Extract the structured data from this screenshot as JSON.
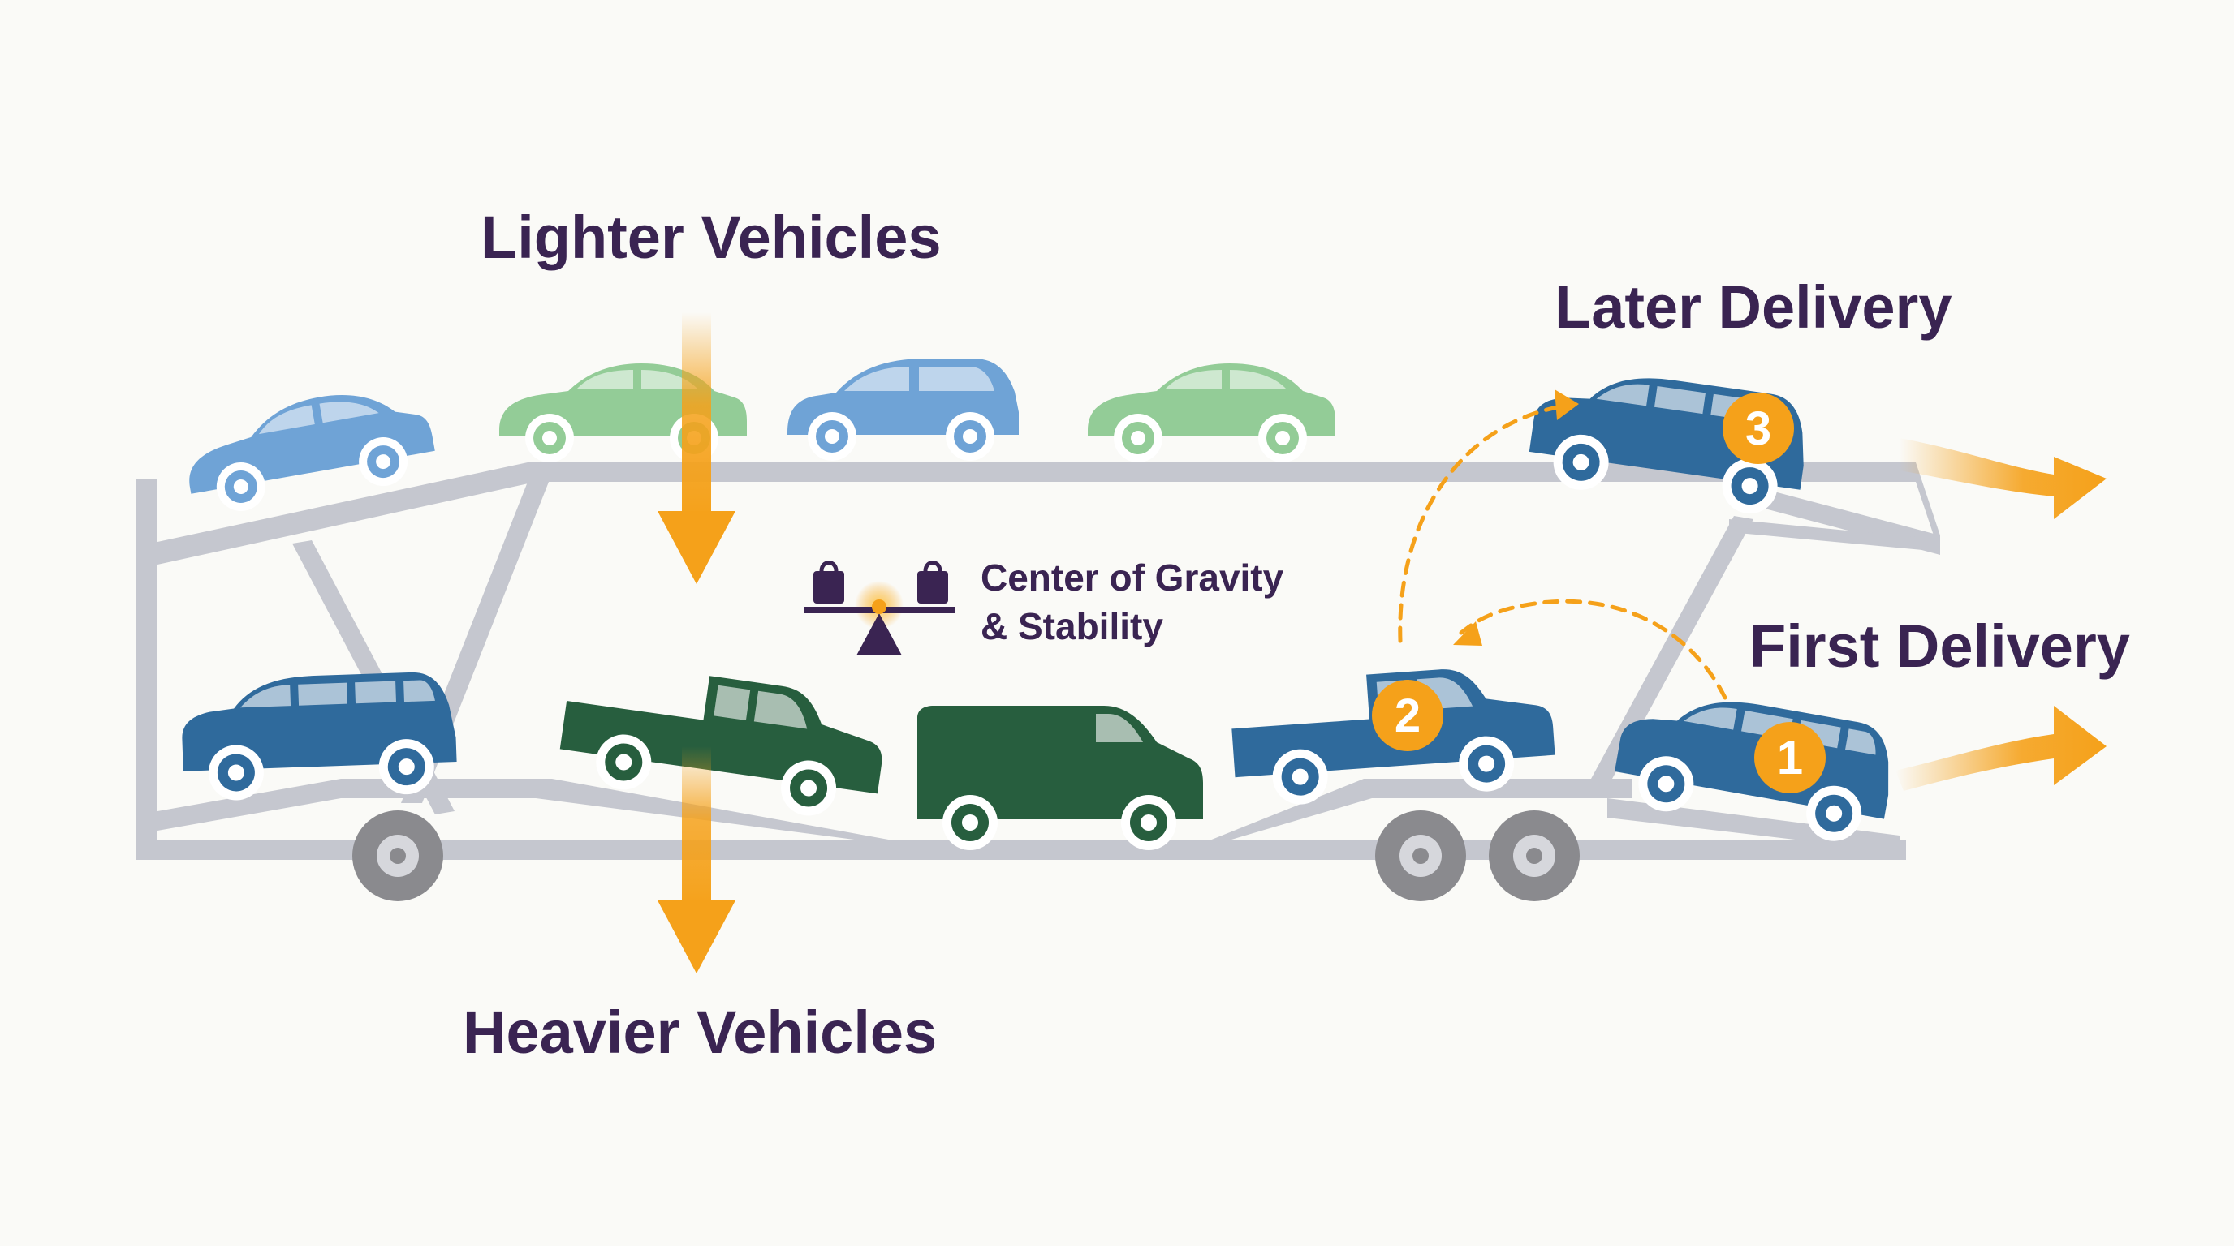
{
  "labels": {
    "lighter": "Lighter Vehicles",
    "heavier": "Heavier Vehicles",
    "later": "Later Delivery",
    "first": "First Delivery",
    "cog_line1": "Center of Gravity",
    "cog_line2": "& Stability"
  },
  "badges": {
    "one": "1",
    "two": "2",
    "three": "3"
  },
  "colors": {
    "frame": "#c5c7cf",
    "wheel": "#8a8a8e",
    "light_blue": "#6fa3d6",
    "light_green": "#93cc97",
    "dark_blue": "#2f6a9c",
    "dark_green": "#275e3e",
    "orange": "#f5a11a",
    "text": "#3a2452"
  },
  "icons": {
    "weights": "balance-scale-icon",
    "arrows": "arrow-icon"
  }
}
